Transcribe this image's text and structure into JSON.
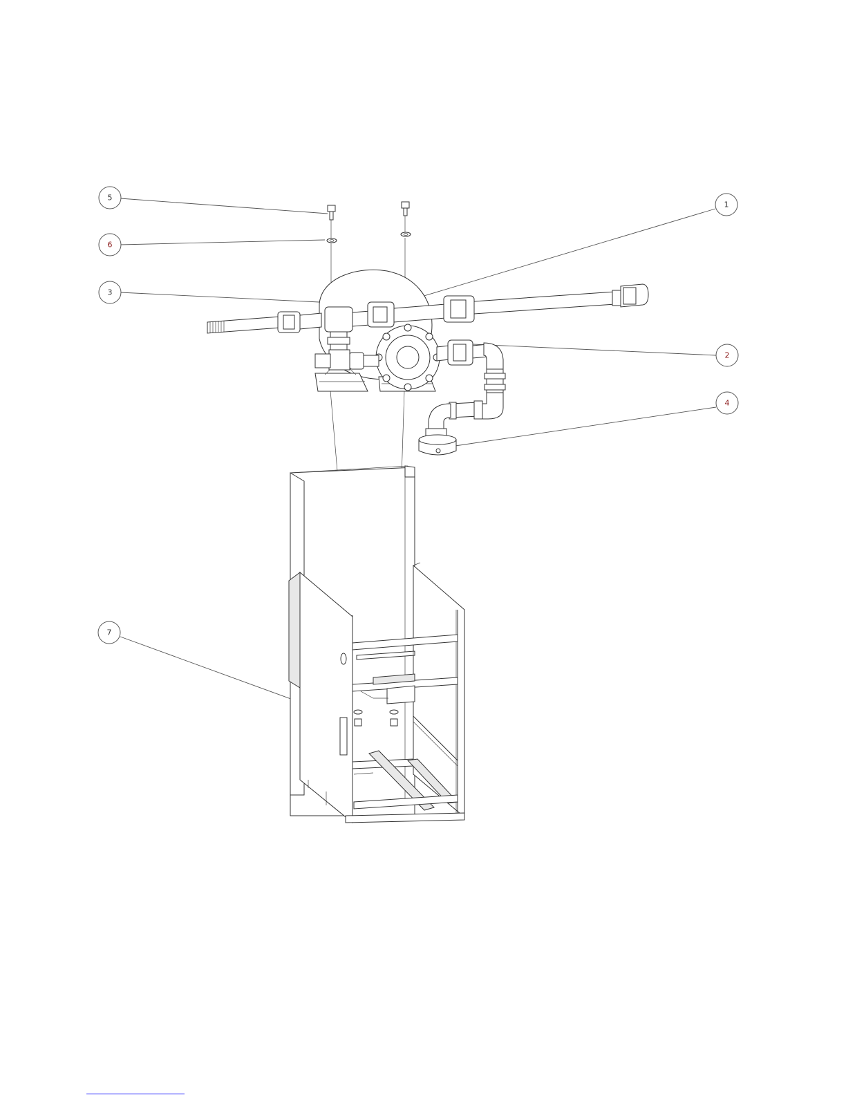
{
  "balloons": [
    {
      "number": "1",
      "color": "#333333"
    },
    {
      "number": "2",
      "color": "#8b1a1a"
    },
    {
      "number": "3",
      "color": "#333333"
    },
    {
      "number": "4",
      "color": "#8b1a1a"
    },
    {
      "number": "5",
      "color": "#333333"
    },
    {
      "number": "6",
      "color": "#8b1a1a"
    },
    {
      "number": "7",
      "color": "#333333"
    }
  ],
  "footer": {
    "rule_color": "#1a1aff"
  }
}
